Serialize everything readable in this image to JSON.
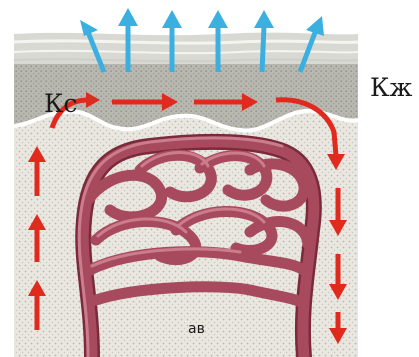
{
  "labels": {
    "kc": "Кс",
    "kzh": "Кж",
    "av": "ав"
  },
  "colors": {
    "evaporation_arrows": "#3bb0e0",
    "flow_arrows": "#e02a1e",
    "vessels": "#9b3a4f",
    "vessel_highlight": "#c96b7c",
    "epidermis_top": "#dcdcd6",
    "epidermis_mid": "#bdbdb6",
    "dermis": "#e8e6df"
  },
  "icons": {
    "evaporation": "arrow-up-icon",
    "flow": "arrow-icon"
  }
}
